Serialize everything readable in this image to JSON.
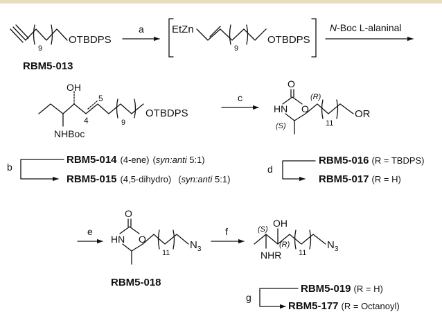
{
  "scheme": {
    "step1": {
      "reactant_sub": "9",
      "reactant_group": "OTBDPS",
      "reactant_label": "RBM5-013",
      "arrow_a": "a",
      "intermediate_prefix": "EtZn",
      "intermediate_sub": "9",
      "intermediate_group": "OTBDPS",
      "reagent_italic": "N",
      "reagent_rest": "-Boc L-alaninal"
    },
    "step2": {
      "oh": "OH",
      "nhboc": "NHBoc",
      "pos5": "5",
      "pos4": "4",
      "sub": "9",
      "group": "OTBDPS",
      "arrow_c": "c",
      "co_o": "O",
      "ring_hn": "HN",
      "ring_o": "O",
      "stereo_r": "(R)",
      "stereo_s": "(S)",
      "sub11": "11",
      "or_group": "OR"
    },
    "products_left": {
      "arrow_b": "b",
      "p014_name": "RBM5-014",
      "p014_desc": "(4-ene)",
      "p014_ratio_open": "(",
      "p014_ratio_italic": "syn:anti",
      "p014_ratio_close": " 5:1)",
      "p015_name": "RBM5-015",
      "p015_desc": "(4,5-dihydro)",
      "p015_ratio_open": "(",
      "p015_ratio_italic": "syn:anti",
      "p015_ratio_close": " 5:1)"
    },
    "products_right": {
      "arrow_d": "d",
      "p016_name": "RBM5-016",
      "p016_desc": "(R = TBDPS)",
      "p017_name": "RBM5-017",
      "p017_desc": "(R = H)"
    },
    "step3": {
      "arrow_e": "e",
      "co_o": "O",
      "ring_hn": "HN",
      "ring_o": "O",
      "sub11": "11",
      "azide": "N",
      "azide_sub": "3",
      "label_018": "RBM5-018",
      "arrow_f": "f",
      "oh": "OH",
      "stereo_s": "(S)",
      "stereo_r": "(R)",
      "nhr": "NHR",
      "sub11b": "11",
      "azide2": "N",
      "azide2_sub": "3"
    },
    "products_bottom": {
      "arrow_g": "g",
      "p019_name": "RBM5-019",
      "p019_desc": "(R = H)",
      "p177_name": "RBM5-177",
      "p177_desc": "(R = Octanoyl)"
    }
  }
}
